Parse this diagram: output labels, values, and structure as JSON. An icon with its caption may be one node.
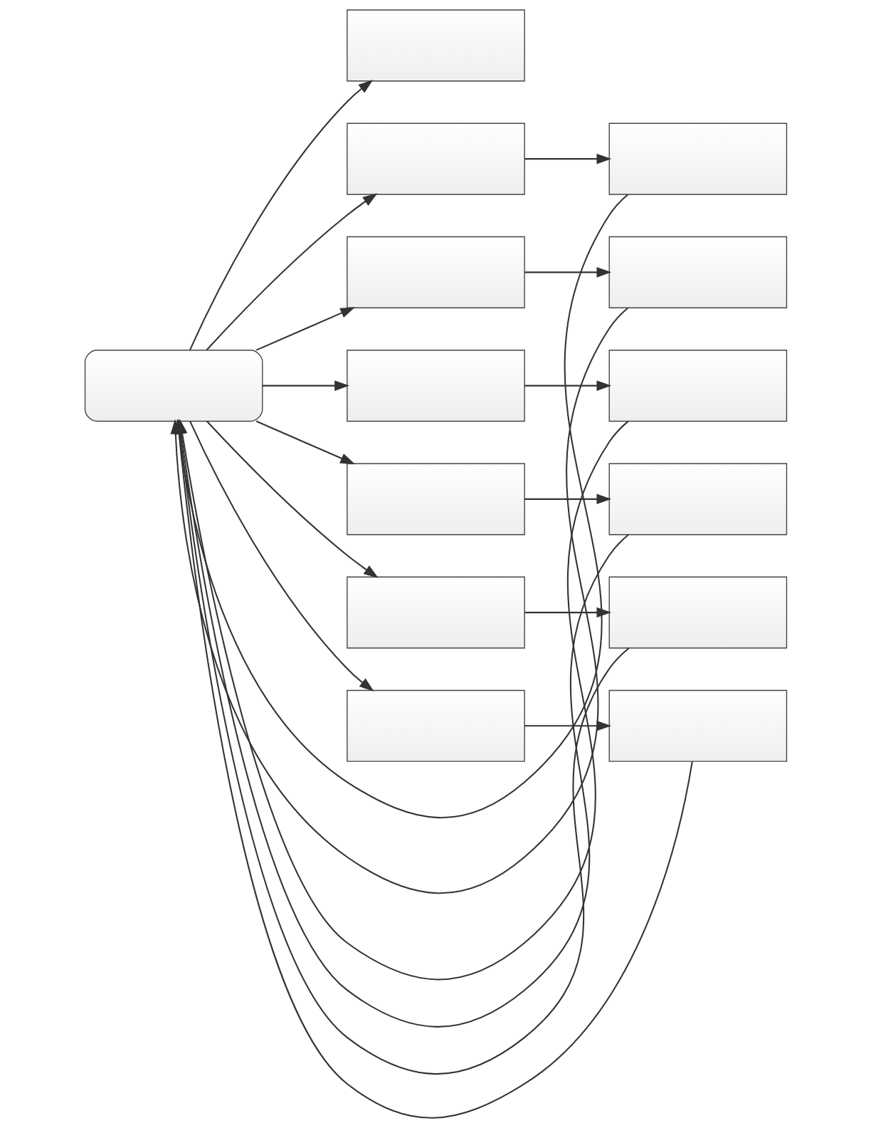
{
  "diagram": {
    "nodes": [
      {
        "text": [],
        "shape": "stadium"
      },
      {
        "text": [],
        "shape": "box"
      },
      {
        "text": [],
        "shape": "box"
      },
      {
        "text": [],
        "shape": "box"
      },
      {
        "text": [],
        "shape": "box"
      },
      {
        "text": [],
        "shape": "box"
      },
      {
        "text": [],
        "shape": "box"
      },
      {
        "text": [],
        "shape": "box"
      },
      {
        "text": [],
        "shape": "box"
      },
      {
        "text": [],
        "shape": "box"
      },
      {
        "text": [],
        "shape": "box"
      },
      {
        "text": [],
        "shape": "box"
      },
      {
        "text": [],
        "shape": "box"
      },
      {
        "text": [],
        "shape": "box"
      }
    ],
    "edges": [
      {
        "from": 0,
        "to": 1,
        "arrow": "to"
      },
      {
        "from": 0,
        "to": 2,
        "arrow": "to"
      },
      {
        "from": 0,
        "to": 4,
        "arrow": "to"
      },
      {
        "from": 0,
        "to": 6,
        "arrow": "to"
      },
      {
        "from": 0,
        "to": 8,
        "arrow": "to"
      },
      {
        "from": 0,
        "to": 10,
        "arrow": "to"
      },
      {
        "from": 0,
        "to": 12,
        "arrow": "to"
      },
      {
        "from": 2,
        "to": 3,
        "arrow": "to"
      },
      {
        "from": 4,
        "to": 5,
        "arrow": "to"
      },
      {
        "from": 6,
        "to": 7,
        "arrow": "to"
      },
      {
        "from": 8,
        "to": 9,
        "arrow": "to"
      },
      {
        "from": 10,
        "to": 11,
        "arrow": "to"
      },
      {
        "from": 12,
        "to": 13,
        "arrow": "to"
      },
      {
        "from": 3,
        "to": 0,
        "arrow": "to"
      },
      {
        "from": 5,
        "to": 0,
        "arrow": "to"
      },
      {
        "from": 7,
        "to": 0,
        "arrow": "to"
      },
      {
        "from": 9,
        "to": 0,
        "arrow": "to"
      },
      {
        "from": 11,
        "to": 0,
        "arrow": "to"
      },
      {
        "from": 13,
        "to": 0,
        "arrow": "to"
      }
    ]
  }
}
